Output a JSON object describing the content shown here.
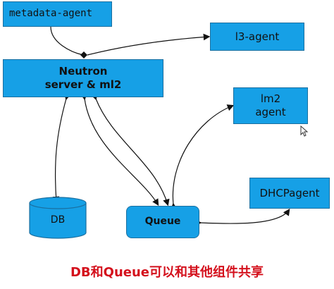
{
  "nodes": {
    "metadata_agent": "metadata-agent",
    "l3_agent": "l3-agent",
    "neutron_line1": "Neutron",
    "neutron_line2": "server & ml2",
    "lm2_line1": "lm2",
    "lm2_line2": "agent",
    "dhcp_agent": "DHCPagent",
    "queue": "Queue",
    "db": "DB"
  },
  "caption": "DB和Queue可以和其他组件共享",
  "colors": {
    "box_fill": "#16a0e6",
    "box_border": "#1a6fa0",
    "connector": "#111111",
    "caption": "#d4101c"
  },
  "icons": [
    "mouse-cursor-icon"
  ]
}
